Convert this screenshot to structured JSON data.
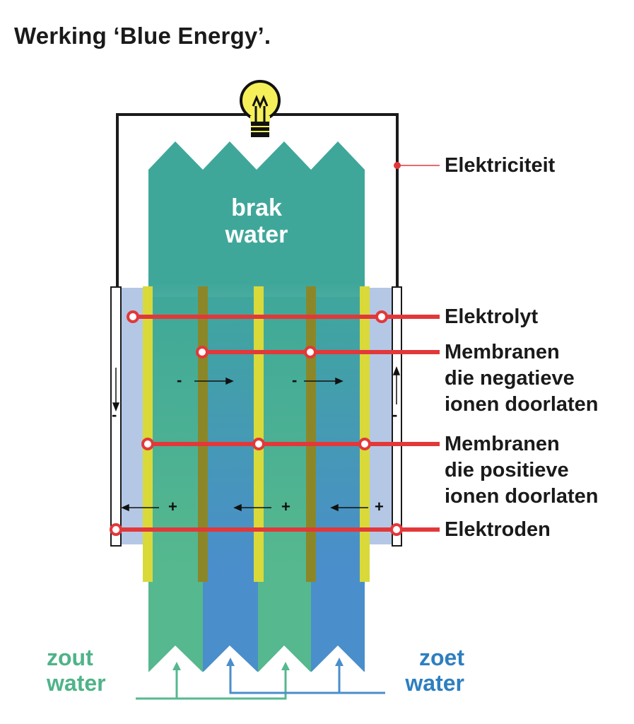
{
  "title": "Werking ‘Blue Energy’.",
  "labels": {
    "elektriciteit": "Elektriciteit",
    "elektrolyt": "Elektrolyt",
    "membranen_negatief": [
      "Membranen",
      "die negatieve",
      "ionen doorlaten"
    ],
    "membranen_positief": [
      "Membranen",
      "die positieve",
      "ionen doorlaten"
    ],
    "elektroden": "Elektroden"
  },
  "brak_water": [
    "brak",
    "water"
  ],
  "zout_water": [
    "zout",
    "water"
  ],
  "zoet_water": [
    "zoet",
    "water"
  ],
  "signs": {
    "negative": "-",
    "positive": "+"
  },
  "colors": {
    "brackish": "#3fa79a",
    "salt": "#55b88e",
    "fresh": "#4a8ecb",
    "electrolyte": "#b4c8e6",
    "membrane_positive": "#d9d93a",
    "membrane_negative": "#8b8728",
    "pointer_red": "#e2383a",
    "salt_text": "#4fb38a",
    "fresh_text": "#2d7fc0"
  },
  "icons": [
    "light-bulb-icon"
  ]
}
